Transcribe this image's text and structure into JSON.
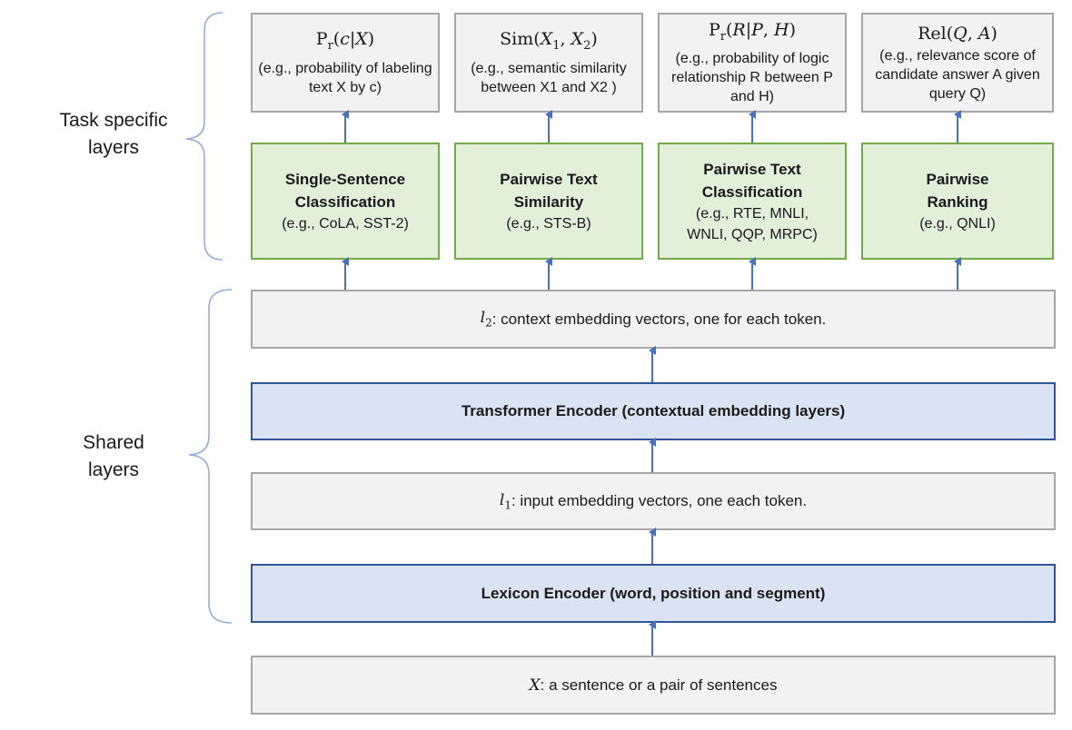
{
  "groups": {
    "task_specific": [
      "Task specific",
      "layers"
    ],
    "shared": [
      "Shared",
      "layers"
    ]
  },
  "outputs": [
    {
      "formula": "Pr(c|X)",
      "desc": "(e.g., probability of labeling text X by c)"
    },
    {
      "formula": "Sim(X1, X2)",
      "desc": "(e.g., semantic similarity between X1 and X2 )"
    },
    {
      "formula": "Pr(R|P, H)",
      "desc": "(e.g., probability of logic relationship R between P and H)"
    },
    {
      "formula": "Rel(Q, A)",
      "desc": "(e.g., relevance score of candidate answer A given query Q)"
    }
  ],
  "tasks": [
    {
      "title": [
        "Single-Sentence",
        "Classification"
      ],
      "example": [
        "(e.g., CoLA, SST-2)"
      ]
    },
    {
      "title": [
        "Pairwise Text",
        "Similarity"
      ],
      "example": [
        "(e.g., STS-B)"
      ]
    },
    {
      "title": [
        "Pairwise Text",
        "Classification"
      ],
      "example": [
        "(e.g., RTE, MNLI,",
        "WNLI, QQP, MRPC)"
      ]
    },
    {
      "title": [
        "Pairwise",
        "Ranking"
      ],
      "example": [
        "(e.g., QNLI)"
      ]
    }
  ],
  "layers": {
    "l2": {
      "symbol": "l2",
      "text": ": context embedding vectors, one for each token."
    },
    "transformer": "Transformer Encoder (contextual embedding layers)",
    "l1": {
      "symbol": "l1",
      "text": ": input embedding vectors, one each token."
    },
    "lexicon": "Lexicon Encoder (word, position and segment)",
    "input": {
      "symbol": "X",
      "text": ": a sentence or a pair of sentences"
    }
  },
  "colors": {
    "arrow": "#4472c4",
    "brace": "#8faadc",
    "task_fill": "#e2efd9",
    "encoder_fill": "#dae3f3",
    "box_fill": "#f2f2f2"
  }
}
